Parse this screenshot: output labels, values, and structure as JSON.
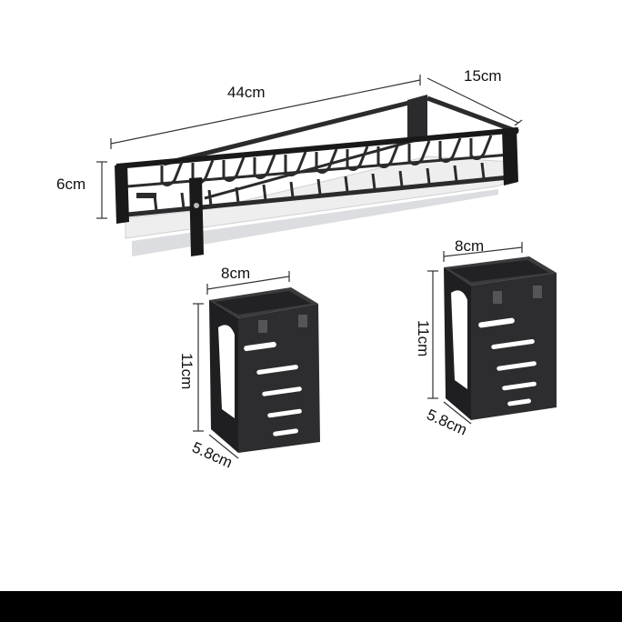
{
  "dimensions": {
    "rack_length": "44cm",
    "rack_depth": "15cm",
    "rack_height": "6cm",
    "holder_left_width": "8cm",
    "holder_left_height": "11cm",
    "holder_left_depth": "5.8cm",
    "holder_right_width": "8cm",
    "holder_right_height": "11cm",
    "holder_right_depth": "5.8cm"
  },
  "colors": {
    "metal": "#2b2b2d",
    "metal_dark": "#19191a",
    "tray": "#e8e9ea",
    "background": "#ffffff",
    "frame": "#000000"
  }
}
